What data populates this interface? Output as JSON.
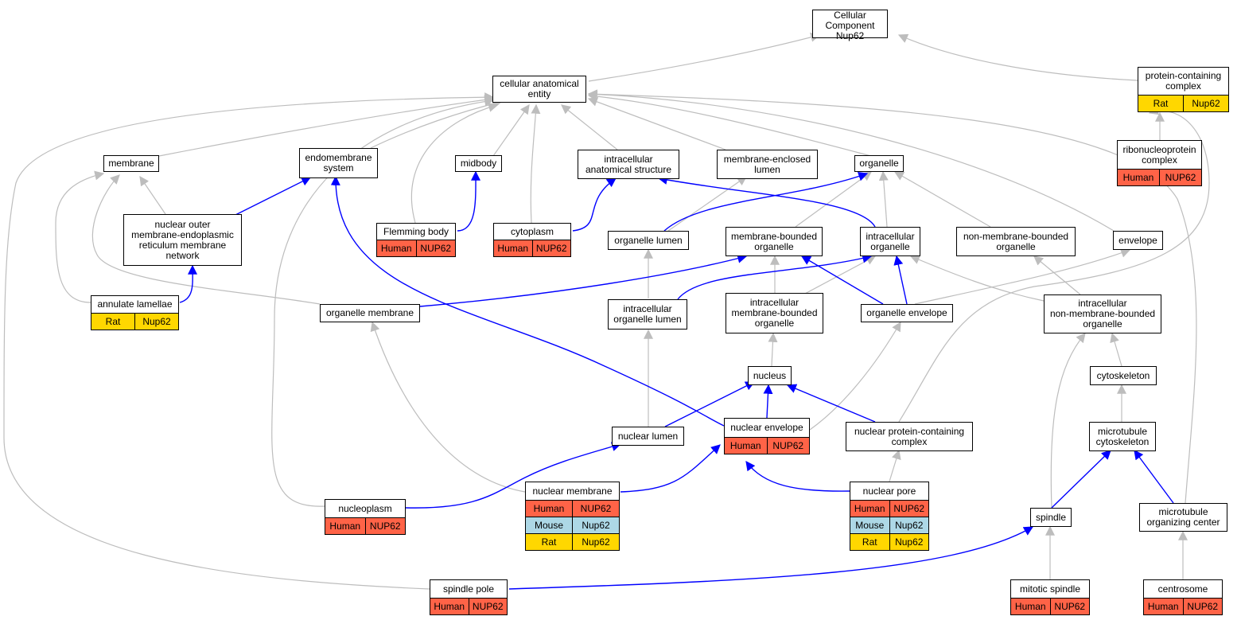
{
  "colors": {
    "edge_is_a": "#bdbdbd",
    "edge_part_of": "#0000ff",
    "human": "#ff6347",
    "mouse": "#add8e6",
    "rat": "#ffd700"
  },
  "nodes": [
    {
      "id": "root",
      "label": "Cellular Component\nNup62",
      "ann": []
    },
    {
      "id": "cae",
      "label": "cellular anatomical\nentity",
      "ann": []
    },
    {
      "id": "pcc",
      "label": "protein-containing\ncomplex",
      "ann": [
        [
          "Rat",
          "Nup62"
        ]
      ]
    },
    {
      "id": "rnp",
      "label": "ribonucleoprotein\ncomplex",
      "ann": [
        [
          "Human",
          "NUP62"
        ]
      ]
    },
    {
      "id": "membrane",
      "label": "membrane",
      "ann": []
    },
    {
      "id": "endo",
      "label": "endomembrane\nsystem",
      "ann": []
    },
    {
      "id": "midbody",
      "label": "midbody",
      "ann": []
    },
    {
      "id": "ias",
      "label": "intracellular\nanatomical structure",
      "ann": []
    },
    {
      "id": "mel",
      "label": "membrane-enclosed\nlumen",
      "ann": []
    },
    {
      "id": "organelle",
      "label": "organelle",
      "ann": []
    },
    {
      "id": "nomer",
      "label": "nuclear outer\nmembrane-endoplasmic\nreticulum membrane\nnetwork",
      "ann": []
    },
    {
      "id": "flemming",
      "label": "Flemming body",
      "ann": [
        [
          "Human",
          "NUP62"
        ]
      ]
    },
    {
      "id": "cytoplasm",
      "label": "cytoplasm",
      "ann": [
        [
          "Human",
          "NUP62"
        ]
      ]
    },
    {
      "id": "orglumen",
      "label": "organelle lumen",
      "ann": []
    },
    {
      "id": "mbo",
      "label": "membrane-bounded\norganelle",
      "ann": []
    },
    {
      "id": "io",
      "label": "intracellular\norganelle",
      "ann": []
    },
    {
      "id": "nmbo",
      "label": "non-membrane-bounded\norganelle",
      "ann": []
    },
    {
      "id": "envelope",
      "label": "envelope",
      "ann": []
    },
    {
      "id": "annulate",
      "label": "annulate lamellae",
      "ann": [
        [
          "Rat",
          "Nup62"
        ]
      ]
    },
    {
      "id": "orgmem",
      "label": "organelle membrane",
      "ann": []
    },
    {
      "id": "iol",
      "label": "intracellular\norganelle lumen",
      "ann": []
    },
    {
      "id": "imbo",
      "label": "intracellular\nmembrane-bounded\norganelle",
      "ann": []
    },
    {
      "id": "orgenv",
      "label": "organelle envelope",
      "ann": []
    },
    {
      "id": "inmbo",
      "label": "intracellular\nnon-membrane-bounded\norganelle",
      "ann": []
    },
    {
      "id": "nucleus",
      "label": "nucleus",
      "ann": []
    },
    {
      "id": "cytoskeleton",
      "label": "cytoskeleton",
      "ann": []
    },
    {
      "id": "nenv",
      "label": "nuclear envelope",
      "ann": [
        [
          "Human",
          "NUP62"
        ]
      ]
    },
    {
      "id": "nlumen",
      "label": "nuclear lumen",
      "ann": []
    },
    {
      "id": "npcc",
      "label": "nuclear protein-containing\ncomplex",
      "ann": []
    },
    {
      "id": "mtcs",
      "label": "microtubule\ncytoskeleton",
      "ann": []
    },
    {
      "id": "nmem",
      "label": "nuclear membrane",
      "ann": [
        [
          "Human",
          "NUP62"
        ],
        [
          "Mouse",
          "Nup62"
        ],
        [
          "Rat",
          "Nup62"
        ]
      ]
    },
    {
      "id": "npore",
      "label": "nuclear pore",
      "ann": [
        [
          "Human",
          "NUP62"
        ],
        [
          "Mouse",
          "Nup62"
        ],
        [
          "Rat",
          "Nup62"
        ]
      ]
    },
    {
      "id": "nucleoplasm",
      "label": "nucleoplasm",
      "ann": [
        [
          "Human",
          "NUP62"
        ]
      ]
    },
    {
      "id": "spindle",
      "label": "spindle",
      "ann": []
    },
    {
      "id": "mtoc",
      "label": "microtubule\norganizing center",
      "ann": []
    },
    {
      "id": "spole",
      "label": "spindle pole",
      "ann": [
        [
          "Human",
          "NUP62"
        ]
      ]
    },
    {
      "id": "mspindle",
      "label": "mitotic spindle",
      "ann": [
        [
          "Human",
          "NUP62"
        ]
      ]
    },
    {
      "id": "centrosome",
      "label": "centrosome",
      "ann": [
        [
          "Human",
          "NUP62"
        ]
      ]
    }
  ]
}
